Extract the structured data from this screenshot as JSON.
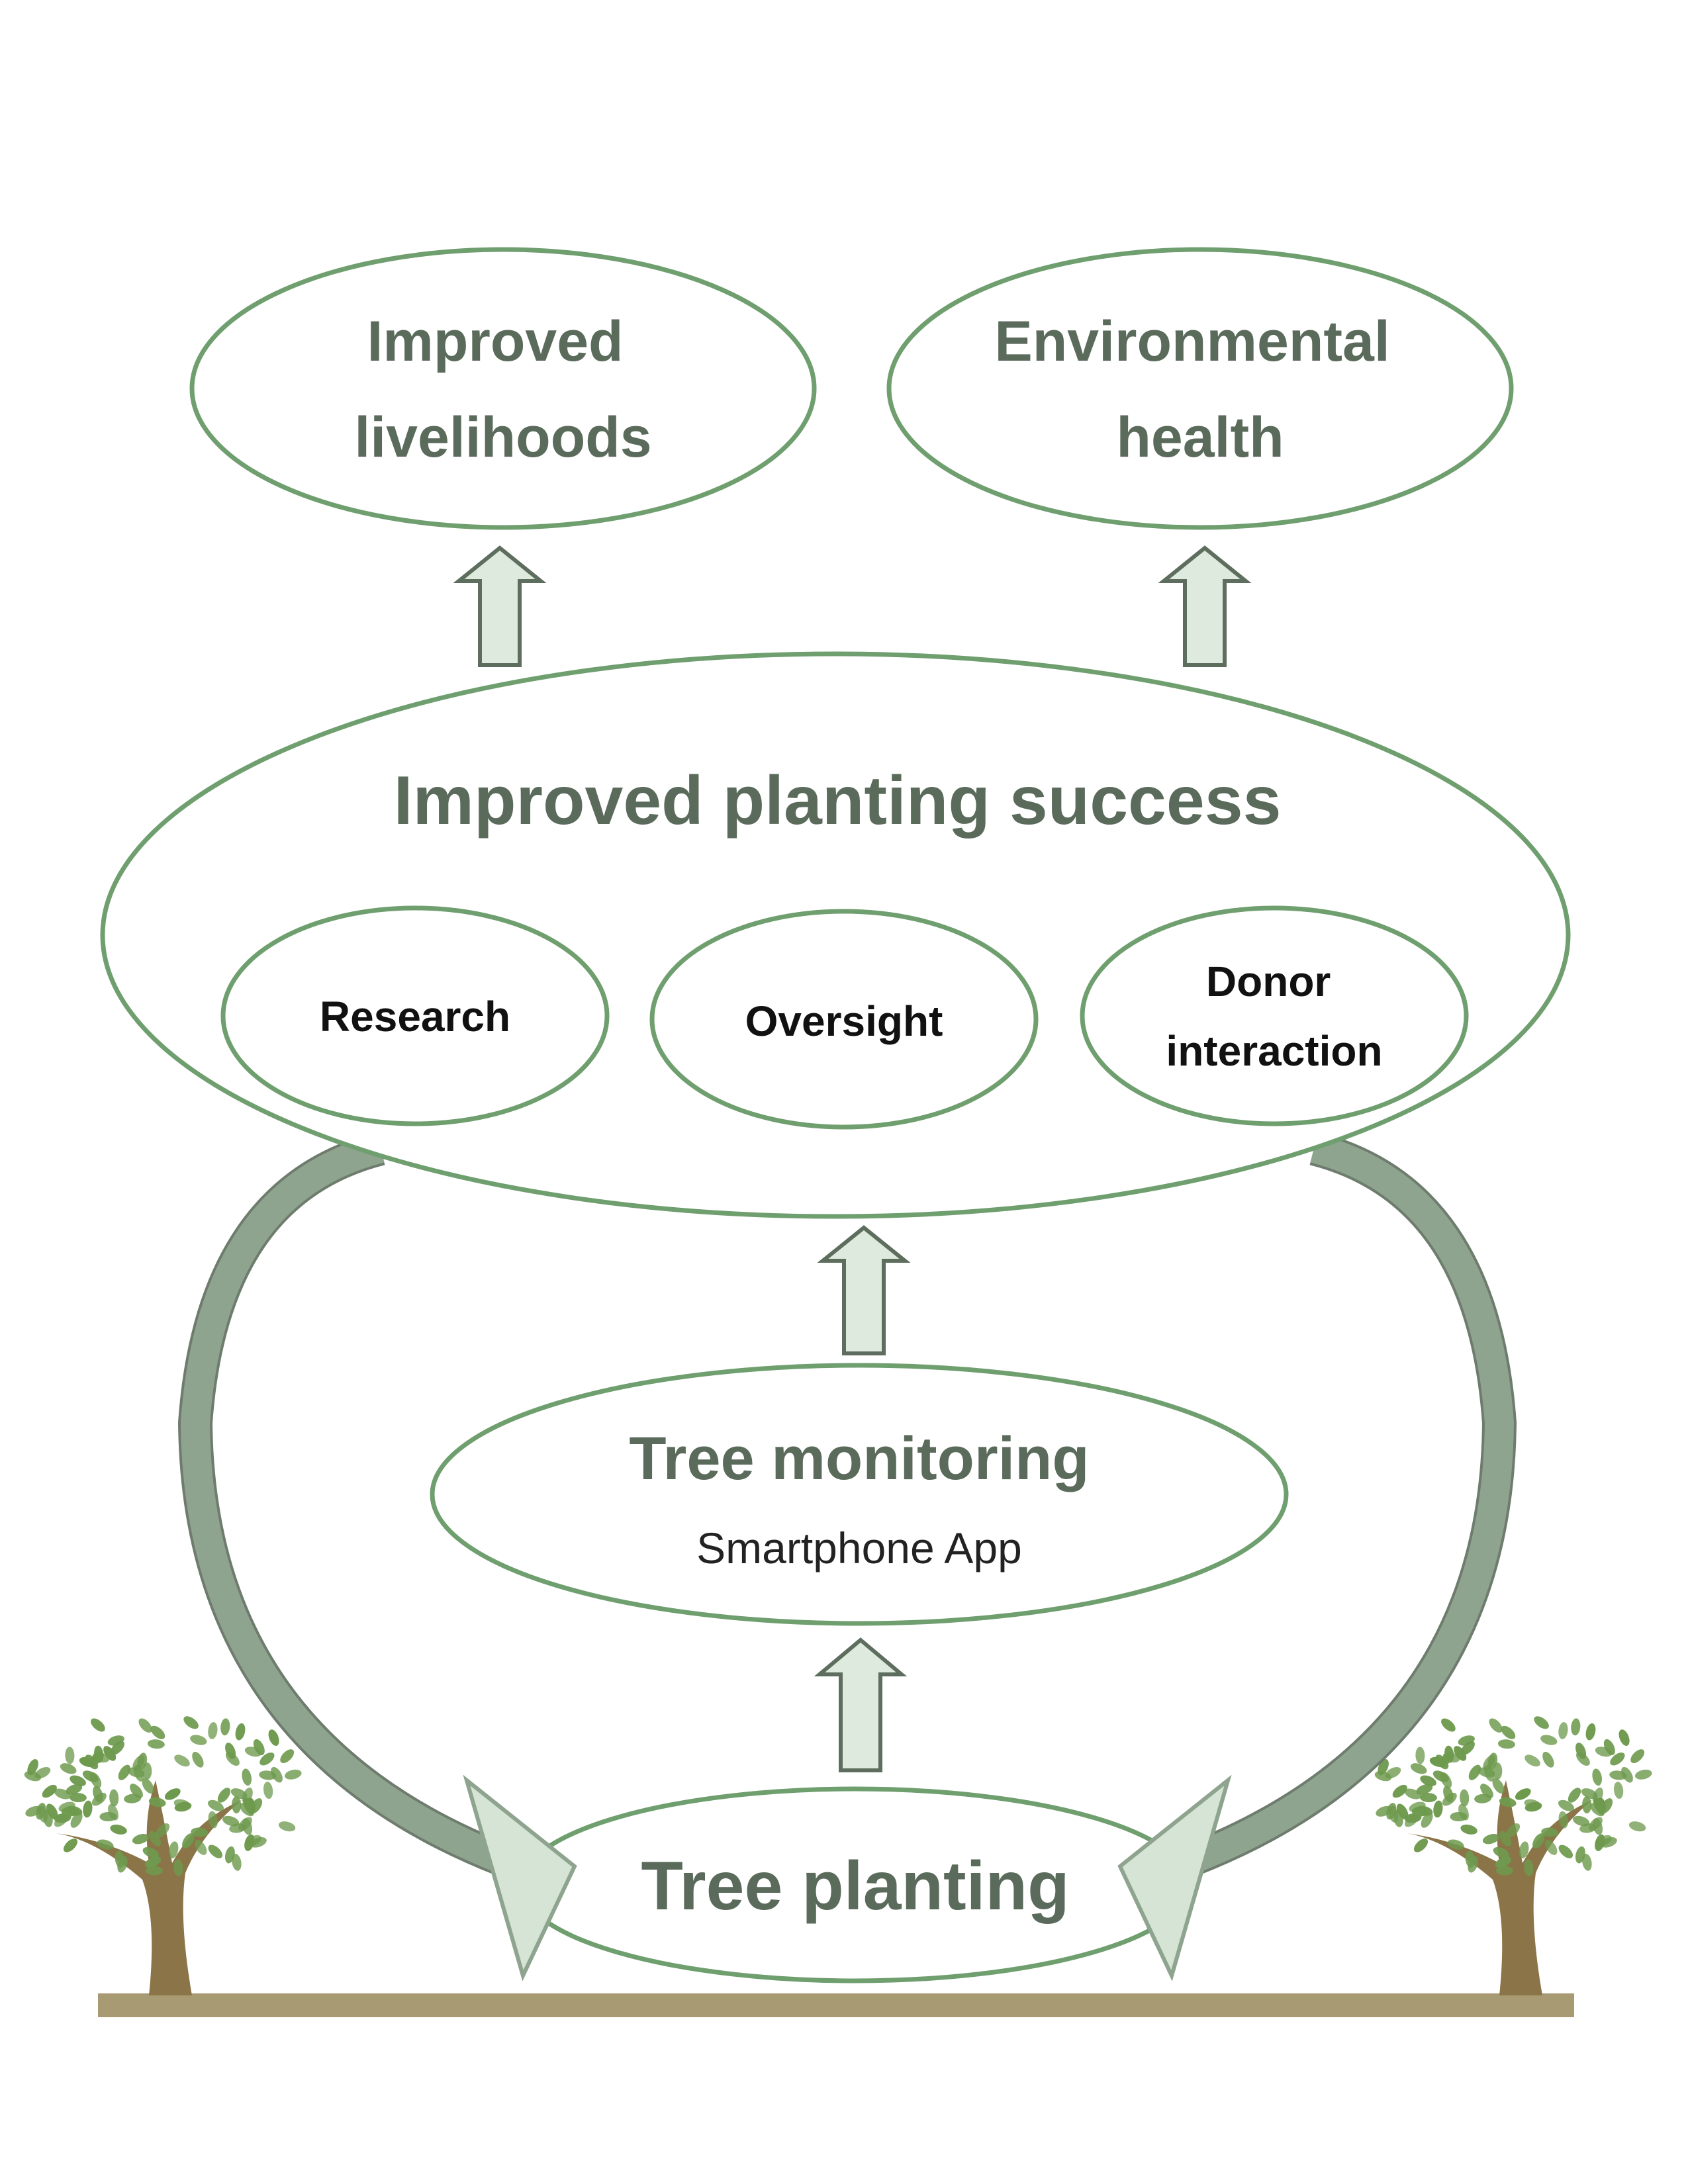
{
  "nodes": {
    "improved_livelihoods": [
      "Improved",
      "livelihoods"
    ],
    "environmental_health": [
      "Environmental",
      "health"
    ],
    "improved_planting_success": "Improved planting success",
    "research": "Research",
    "oversight": "Oversight",
    "donor_interaction": [
      "Donor",
      "interaction"
    ],
    "tree_monitoring": "Tree monitoring",
    "smartphone_app": "Smartphone App",
    "tree_planting": "Tree planting"
  },
  "colors": {
    "ellipse_stroke": "#6f9f6f",
    "title_text": "#5b6b5b",
    "arrow_fill": "#dfeadf",
    "arrow_stroke": "#5e6e5e",
    "curved_arrow_fill": "#8fa48f",
    "curved_arrow_head": "#d5e4d5",
    "ground": "#a89a72",
    "trunk": "#8b7447",
    "leaf": "#6e9a4e"
  },
  "icons": [
    "tree-icon",
    "ground-strip"
  ]
}
